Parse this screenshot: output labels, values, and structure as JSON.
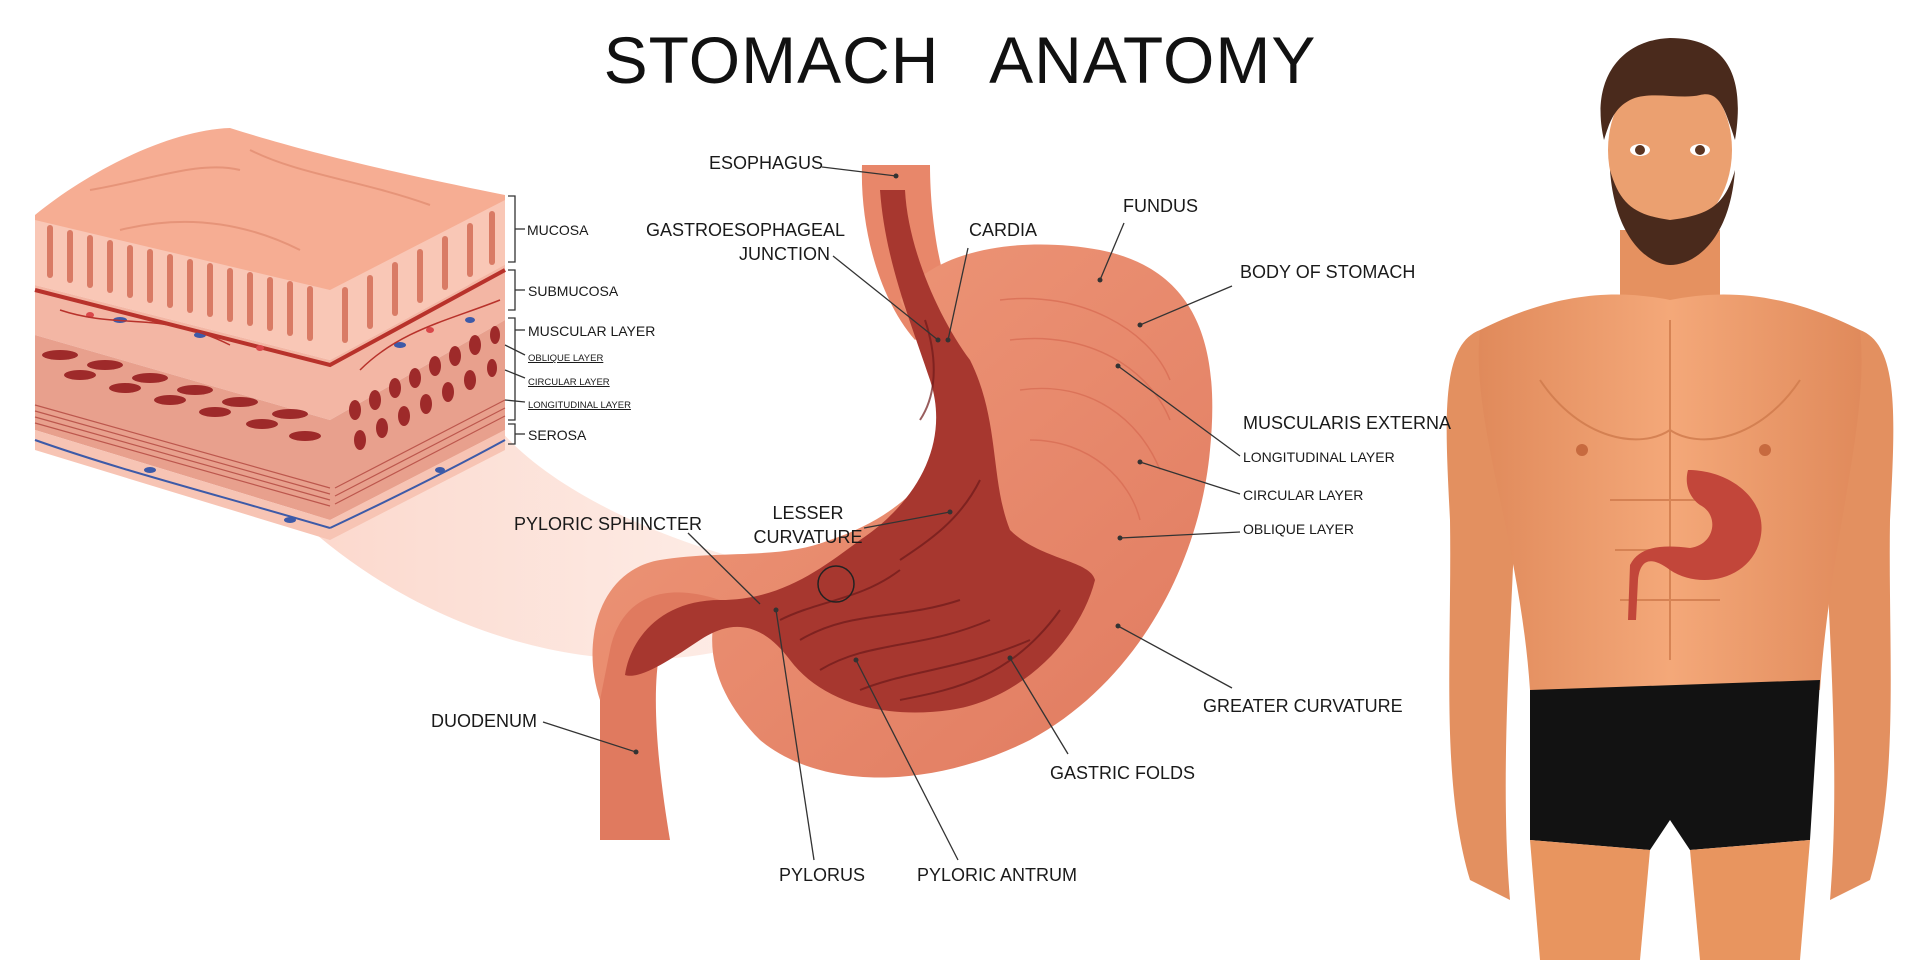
{
  "title": "STOMACH   ANATOMY",
  "colors": {
    "skin": "#f1a272",
    "skin_shadow": "#d9835a",
    "stomach_outer": "#e8876a",
    "stomach_inner": "#a7372f",
    "mucosa": "#f6b5a0",
    "hair": "#4a2a1c",
    "shorts": "#121212"
  },
  "tissue_labels": {
    "mucosa": "MUCOSA",
    "submucosa": "SUBMUCOSA",
    "muscular_layer": "MUSCULAR LAYER",
    "oblique_layer": "OBLIQUE LAYER",
    "circular_layer": "CIRCULAR LAYER",
    "longitudinal_layer": "LONGITUDINAL LAYER",
    "serosa": "SEROSA"
  },
  "stomach_labels": {
    "esophagus": "ESOPHAGUS",
    "ge_junction_1": "GASTROESOPHAGEAL",
    "ge_junction_2": "JUNCTION",
    "cardia": "CARDIA",
    "fundus": "FUNDUS",
    "body": "BODY OF STOMACH",
    "muscularis_externa": "MUSCULARIS EXTERNA",
    "longitudinal_layer": "LONGITUDINAL LAYER",
    "circular_layer": "CIRCULAR LAYER",
    "oblique_layer": "OBLIQUE LAYER",
    "lesser_curvature_1": "LESSER",
    "lesser_curvature_2": "CURVATURE",
    "pyloric_sphincter": "PYLORIC SPHINCTER",
    "duodenum": "DUODENUM",
    "greater_curvature": "GREATER CURVATURE",
    "gastric_folds": "GASTRIC FOLDS",
    "pylorus": "PYLORUS",
    "pyloric_antrum": "PYLORIC ANTRUM"
  }
}
